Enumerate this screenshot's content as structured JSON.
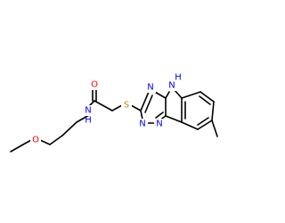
{
  "colors": {
    "background": "#ffffff",
    "bond": "#000000",
    "carbon": "#000000",
    "oxygen": "#ff0000",
    "nitrogen": "#0000ff",
    "sulfur": "#b8860b"
  },
  "atoms": {
    "ether_oxygen": {
      "text": "O",
      "element": "oxygen"
    },
    "amide_oxygen": {
      "text": "O",
      "element": "oxygen"
    },
    "amide_nitrogen": {
      "text": "N",
      "element": "nitrogen"
    },
    "amide_hydrogen": {
      "text": "H",
      "element": "nitrogen"
    },
    "thioether_sulfur": {
      "text": "S",
      "element": "sulfur"
    },
    "triazine_n4": {
      "text": "N",
      "element": "nitrogen"
    },
    "indole_nitrogen": {
      "text": "N",
      "element": "nitrogen"
    },
    "indole_hydrogen": {
      "text": "H",
      "element": "nitrogen"
    },
    "triazine_n2": {
      "text": "N",
      "element": "nitrogen"
    },
    "triazine_n1": {
      "text": "N",
      "element": "nitrogen"
    }
  }
}
